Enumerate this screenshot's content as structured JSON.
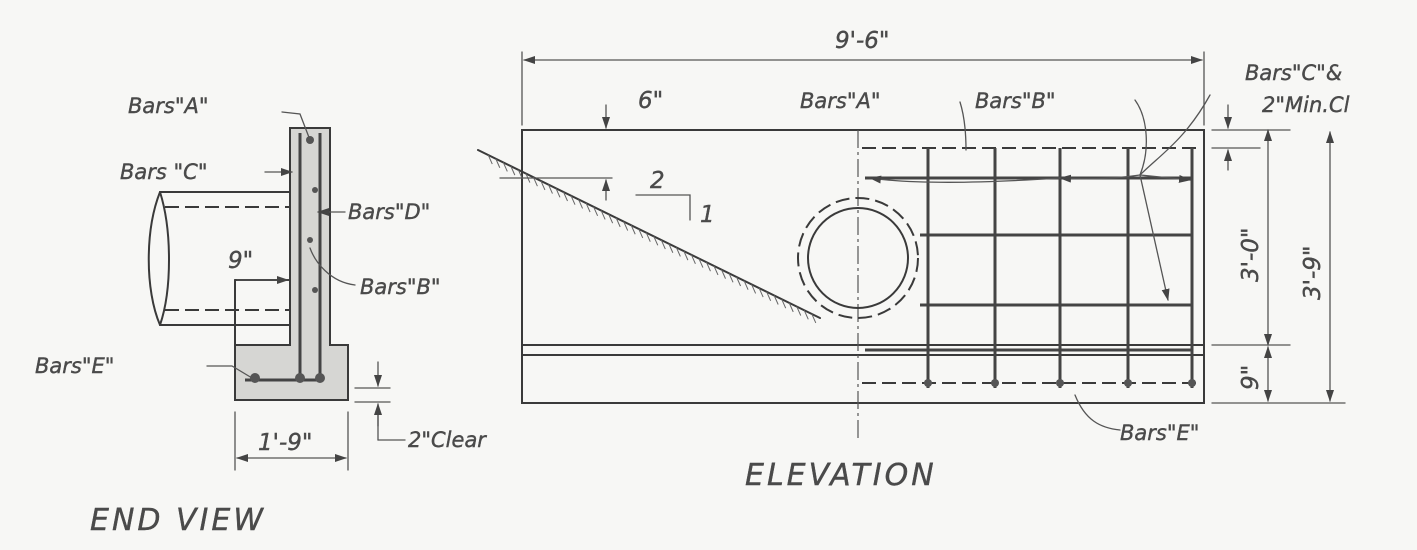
{
  "end_view": {
    "title": "END VIEW",
    "labels": {
      "bars_a": "Bars\"A\"",
      "bars_c": "Bars \"C\"",
      "bars_d": "Bars\"D\"",
      "bars_b": "Bars\"B\"",
      "bars_e": "Bars\"E\""
    },
    "dims": {
      "pipe_offset": "9\"",
      "base_width": "1'-9\"",
      "clear": "2\"Clear"
    }
  },
  "elevation": {
    "title": "ELEVATION",
    "labels": {
      "bars_a": "Bars\"A\"",
      "bars_b": "Bars\"B\"",
      "bars_c_d": "Bars\"C\"&",
      "bars_e": "Bars\"E\""
    },
    "dims": {
      "overall_length": "9'-6\"",
      "top_offset": "6\"",
      "min_clear": "2\"Min.Cl",
      "wall_height": "3'-0\"",
      "total_height": "3'-9\"",
      "footing": "9\"",
      "slope_rise": "2",
      "slope_run": "1"
    }
  }
}
